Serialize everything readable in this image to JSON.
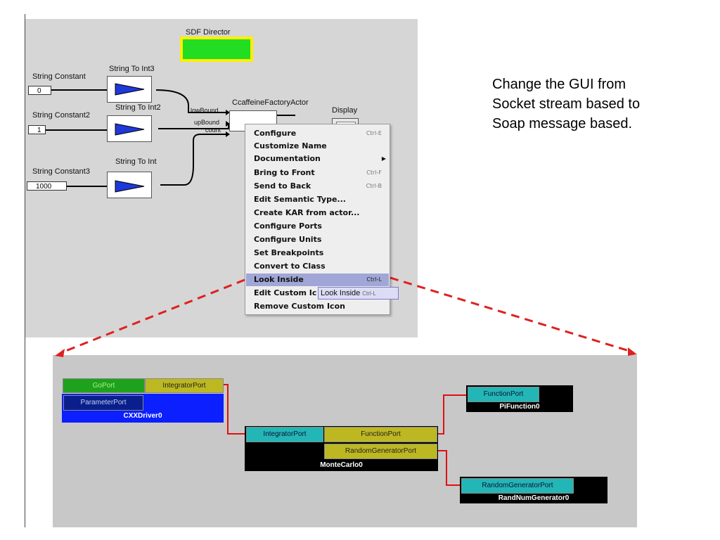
{
  "top_workflow": {
    "director": {
      "label": "SDF Director"
    },
    "actors": {
      "string_constant": {
        "label": "String Constant",
        "value": "0"
      },
      "string_constant2": {
        "label": "String Constant2",
        "value": "1"
      },
      "string_constant3": {
        "label": "String Constant3",
        "value": "1000"
      },
      "string_to_int3": {
        "label": "String To Int3"
      },
      "string_to_int2": {
        "label": "String To Int2"
      },
      "string_to_int": {
        "label": "String To Int"
      },
      "factory": {
        "label": "CcaffeineFactoryActor"
      },
      "display": {
        "label": "Display"
      }
    },
    "factory_ports": {
      "low": "lowBound",
      "up": "upBound",
      "count": "count"
    }
  },
  "context_menu": {
    "items": [
      {
        "label": "Configure",
        "shortcut": "Ctrl-E"
      },
      {
        "label": "Customize Name",
        "shortcut": ""
      },
      {
        "label": "Documentation",
        "shortcut": ""
      },
      {
        "label": "Bring to Front",
        "shortcut": "Ctrl-F"
      },
      {
        "label": "Send to Back",
        "shortcut": "Ctrl-B"
      },
      {
        "label": "Edit Semantic Type...",
        "shortcut": ""
      },
      {
        "label": "Create KAR from actor...",
        "shortcut": ""
      },
      {
        "label": "Configure Ports",
        "shortcut": ""
      },
      {
        "label": "Configure Units",
        "shortcut": ""
      },
      {
        "label": "Set Breakpoints",
        "shortcut": ""
      },
      {
        "label": "Convert to Class",
        "shortcut": ""
      },
      {
        "label": "Look Inside",
        "shortcut": "Ctrl-L"
      },
      {
        "label": "Edit Custom Ic",
        "shortcut": ""
      },
      {
        "label": "Remove Custom Icon",
        "shortcut": ""
      }
    ],
    "tooltip": {
      "label": "Look Inside",
      "shortcut": "Ctrl-L"
    }
  },
  "note": {
    "lines": [
      "Change the GUI from",
      "Socket stream based to",
      "Soap message  based."
    ]
  },
  "cca_components": {
    "cxxdriver": {
      "name": "CXXDriver0",
      "ports": [
        "GoPort",
        "IntegratorPort",
        "ParameterPort"
      ]
    },
    "montecarlo": {
      "name": "MonteCarlo0",
      "ports": [
        "IntegratorPort",
        "FunctionPort",
        "RandomGeneratorPort"
      ]
    },
    "pifunction": {
      "name": "PiFunction0",
      "ports": [
        "FunctionPort"
      ]
    },
    "randnum": {
      "name": "RandNumGenerator0",
      "ports": [
        "RandomGeneratorPort"
      ]
    }
  },
  "colors": {
    "connection_red": "#e01010",
    "dash_red": "#e02020",
    "highlight": "#a0a6d6"
  }
}
